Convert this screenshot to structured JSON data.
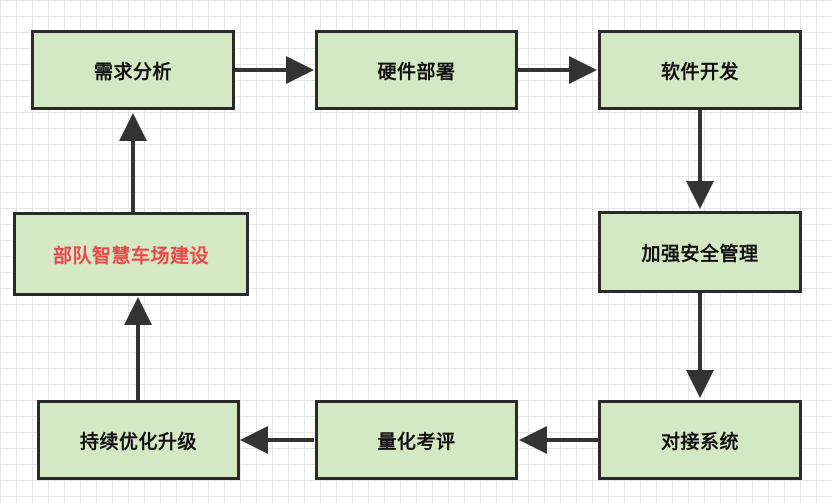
{
  "diagram": {
    "nodes": [
      {
        "id": "demand",
        "label": "需求分析"
      },
      {
        "id": "hardware",
        "label": "硬件部署"
      },
      {
        "id": "software",
        "label": "软件开发"
      },
      {
        "id": "security",
        "label": "加强安全管理"
      },
      {
        "id": "integration",
        "label": "对接系统"
      },
      {
        "id": "evaluation",
        "label": "量化考评"
      },
      {
        "id": "upgrade",
        "label": "持续优化升级"
      },
      {
        "id": "core",
        "label": "部队智慧车场建设"
      }
    ],
    "edges": [
      {
        "from": "demand",
        "to": "hardware"
      },
      {
        "from": "hardware",
        "to": "software"
      },
      {
        "from": "software",
        "to": "security"
      },
      {
        "from": "security",
        "to": "integration"
      },
      {
        "from": "integration",
        "to": "evaluation"
      },
      {
        "from": "evaluation",
        "to": "upgrade"
      },
      {
        "from": "upgrade",
        "to": "core"
      },
      {
        "from": "core",
        "to": "demand"
      }
    ]
  },
  "colors": {
    "node_fill": "#d5e8c4",
    "node_border": "#2a2a2a",
    "highlight_text": "#e8484b",
    "arrow": "#333333"
  }
}
